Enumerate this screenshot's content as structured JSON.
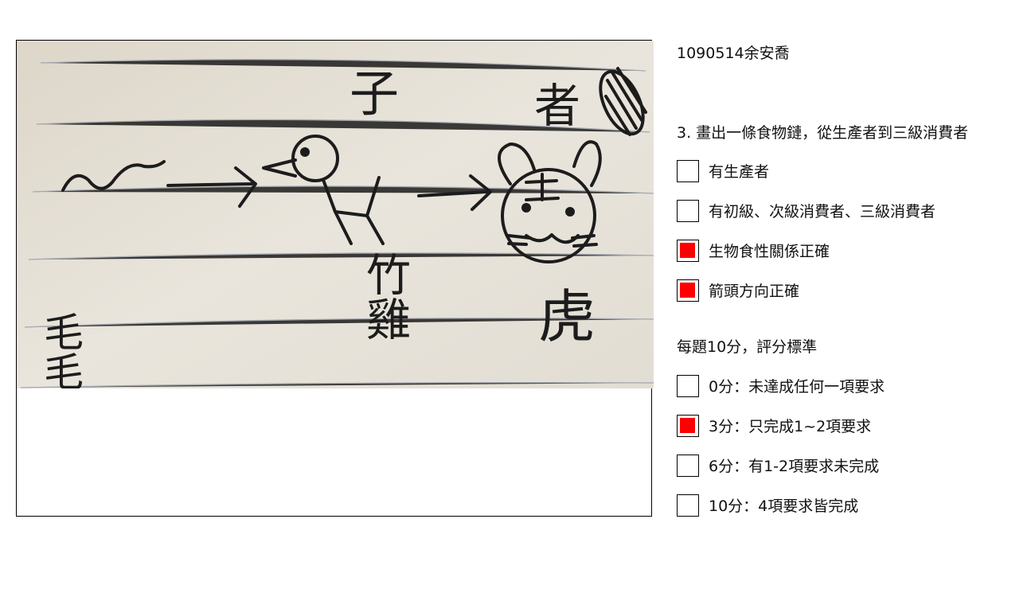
{
  "student": {
    "id_name": "1090514余安喬"
  },
  "question": {
    "title": "3. 畫出一條食物鏈，從生產者到三級消費者",
    "criteria": [
      {
        "label": "有生產者",
        "checked": false
      },
      {
        "label": "有初級、次級消費者、三級消費者",
        "checked": false
      },
      {
        "label": "生物食性關係正確",
        "checked": true
      },
      {
        "label": "箭頭方向正確",
        "checked": true
      }
    ]
  },
  "scoring": {
    "header": "每題10分，評分標準",
    "options": [
      {
        "label": "0分：未達成任何一項要求",
        "checked": false
      },
      {
        "label": "3分：只完成1~2項要求",
        "checked": true
      },
      {
        "label": "6分：有1-2項要求未完成",
        "checked": false
      },
      {
        "label": "10分：4項要求皆完成",
        "checked": false
      }
    ]
  },
  "drawing": {
    "labels": {
      "zi": "子",
      "zhe": "者",
      "caterpillar": "毛毛蟲",
      "chicken": "竹雞",
      "tiger": "虎"
    }
  },
  "colors": {
    "check_fill": "#ff0000",
    "paper": "#e6e1d6",
    "ink": "#1c1c1c"
  }
}
